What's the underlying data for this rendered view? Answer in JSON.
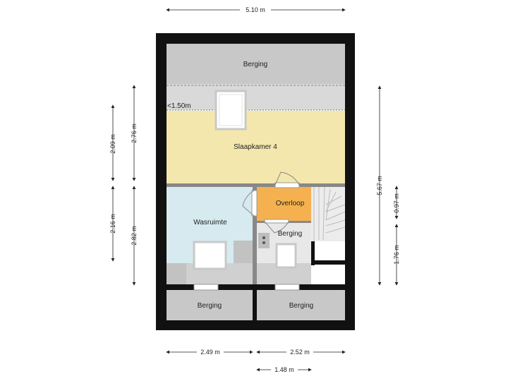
{
  "rooms": {
    "berging_top": "Berging",
    "slaapkamer": "Slaapkamer 4",
    "wasruimte": "Wasruimte",
    "overloop": "Overloop",
    "berging_mid": "Berging",
    "berging_bottom_left": "Berging",
    "berging_bottom_right": "Berging"
  },
  "annotations": {
    "roof_height": "<1.50m"
  },
  "dimensions": {
    "top_width": "5.10 m",
    "left_upper": "2.09 m",
    "left_lower": "2.16 m",
    "left2_upper": "2.76 m",
    "left2_lower": "2.82 m",
    "right_total": "5.67 m",
    "right_upper": "0.97 m",
    "right_lower": "1.76 m",
    "bottom_left": "2.49 m",
    "bottom_right": "2.52 m",
    "bottom_small": "1.48 m"
  },
  "colors": {
    "wall": "#111111",
    "berging": "#c8c8c8",
    "slaapkamer": "#f4e7ad",
    "wasruimte": "#d6eaf0",
    "overloop": "#f5b14f",
    "stairs": "#ececec"
  }
}
